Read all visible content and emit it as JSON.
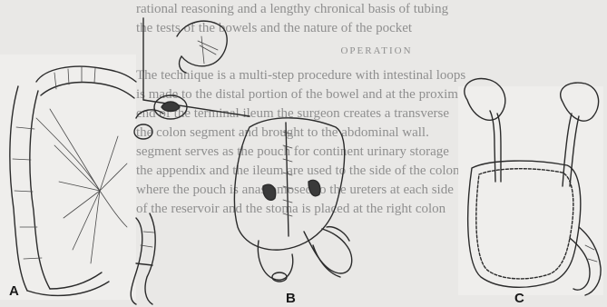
{
  "background_text": {
    "lines": [
      "rational reasoning and a lengthy chronical basis of tubing",
      "the tests of the bowels and the nature of the pocket",
      "OPERATION",
      "The technique is a multi-step procedure with intestinal loops",
      "is made to the distal portion of the bowel and at the proximal",
      "end of the terminal ileum the surgeon creates a transverse",
      "the colon segment and brought to the abdominal wall.",
      "segment serves as the pouch for continent urinary storage",
      "the appendix and the ileum are used to the side of the colon",
      "where the pouch is anastomosed to the ureters at each side",
      "of the reservoir and the stoma is placed at the right colon"
    ]
  },
  "figure": {
    "panels": [
      {
        "label": "A"
      },
      {
        "label": "B"
      },
      {
        "label": "C"
      }
    ]
  }
}
